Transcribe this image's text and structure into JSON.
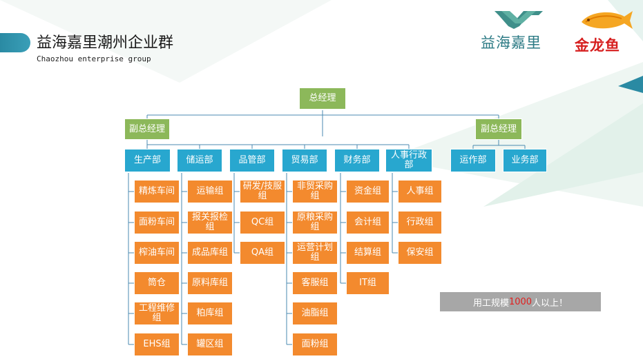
{
  "header": {
    "title": "益海嘉里潮州企业群",
    "subtitle": "Chaozhou enterprise group"
  },
  "logos": {
    "brand1_text": "益海嘉里",
    "brand2_text": "金龙鱼"
  },
  "org": {
    "gm": "总经理",
    "vp_left": "副总经理",
    "vp_right": "副总经理",
    "departments": [
      {
        "name": "生产部",
        "groups": [
          "精炼车间",
          "面粉车间",
          "榨油车间",
          "筒仓",
          "工程维修组",
          "EHS组"
        ]
      },
      {
        "name": "储运部",
        "groups": [
          "运输组",
          "报关报检组",
          "成品库组",
          "原料库组",
          "粕库组",
          "罐区组"
        ]
      },
      {
        "name": "品管部",
        "groups": [
          "研发/技服组",
          "QC组",
          "QA组"
        ]
      },
      {
        "name": "贸易部",
        "groups": [
          "非贸采购组",
          "原粮采购组",
          "运营计划组",
          "客服组",
          "油脂组",
          "面粉组"
        ]
      },
      {
        "name": "财务部",
        "groups": [
          "资金组",
          "会计组",
          "结算组",
          "IT组"
        ]
      },
      {
        "name": "人事行政部",
        "groups": [
          "人事组",
          "行政组",
          "保安组"
        ]
      }
    ],
    "right_departments": [
      "运作部",
      "业务部"
    ]
  },
  "note": {
    "prefix": "用工规模",
    "number": "1000",
    "suffix": "人以上！"
  },
  "colors": {
    "green": "#8cb85a",
    "blue": "#28a7cf",
    "orange": "#f38a2e",
    "accent_red": "#e0201f"
  }
}
